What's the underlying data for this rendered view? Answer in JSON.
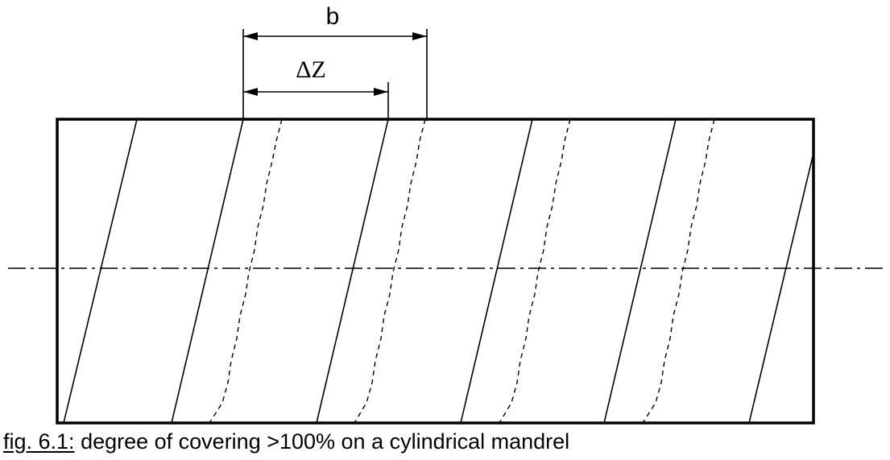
{
  "dimensions": {
    "b_label": "b",
    "delta_z_label": "ΔZ"
  },
  "caption": {
    "figure_ref": "fig. 6.1:",
    "text": " degree of covering >100% on a cylindrical mandrel"
  }
}
